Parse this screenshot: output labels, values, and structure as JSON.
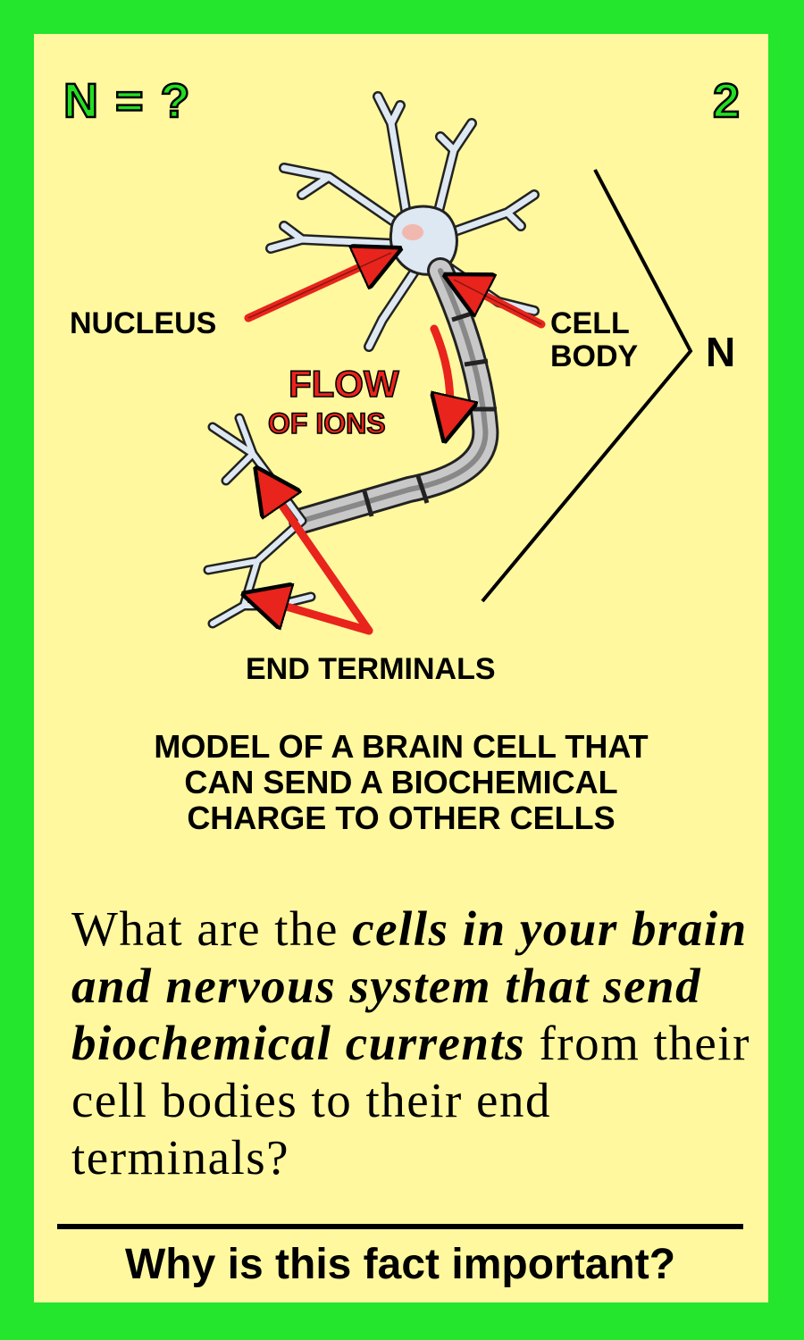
{
  "corner_left": "N = ?",
  "corner_right": "2",
  "labels": {
    "nucleus": "NUCLEUS",
    "cell_line1": "CELL",
    "cell_line2": "BODY",
    "n": "N",
    "flow_line1": "FLOW",
    "flow_line2": "OF IONS",
    "end_terminals": "END TERMINALS"
  },
  "caption": {
    "line1": "MODEL OF A BRAIN CELL THAT",
    "line2": "CAN SEND A BIOCHEMICAL",
    "line3": "CHARGE TO OTHER CELLS"
  },
  "question": {
    "part1": "What are the ",
    "part2": "cells in your brain and nervous system that send biochemical currents",
    "part3": " from their cell bodies to their end terminals?"
  },
  "footer": "Why is this fact important?",
  "colors": {
    "border": "#23e62d",
    "card": "#fff89e",
    "arrow": "#e8241c",
    "neuron_fill": "#dde8f2"
  }
}
